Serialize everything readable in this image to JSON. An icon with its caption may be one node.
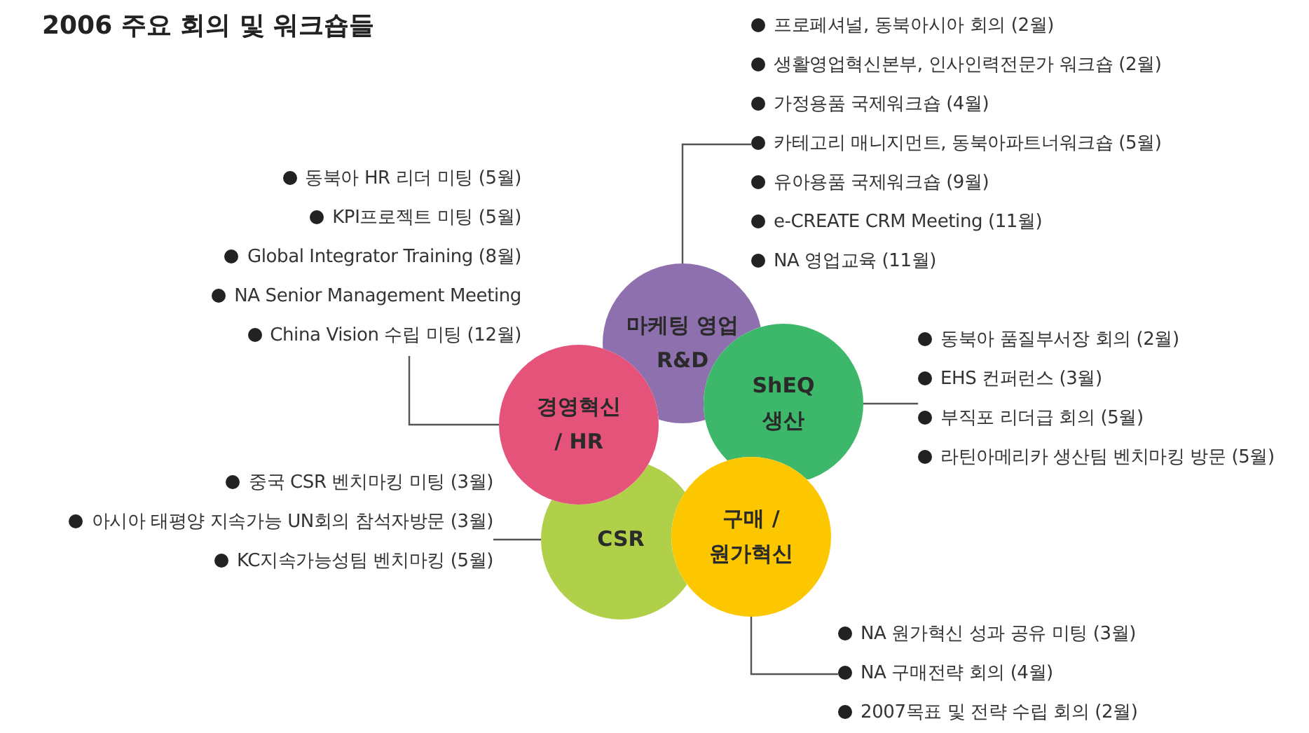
{
  "diagram": {
    "title": "2006 주요 회의 및 워크숍들",
    "nodes": [
      {
        "text": [
          "마케팅 영업 R&D"
        ]
      },
      {
        "text": [
          "ShEQ 생산"
        ]
      },
      {
        "text": [
          "경영혁신 / HR"
        ]
      },
      {
        "text": [
          "CSR"
        ]
      },
      {
        "text": [
          "구매 / 원가혁신"
        ]
      },
      {
        "text": [
          "프로페셔널, 동북아시아 회의 (2월)",
          "생활영업혁신본부, 인사인력전문가 워크숍 (2월)",
          "가정용품 국제워크숍 (4월)",
          "카테고리 매니지먼트, 동북아파트너워크숍 (5월)",
          "유아용품 국제워크숍 (9월)",
          "e-CREATE CRM Meeting (11월)",
          "NA 영업교육 (11월)"
        ]
      },
      {
        "text": [
          "동북아 HR 리더 미팅 (5월)",
          "KPI프로젝트 미팅 (5월)",
          "Global Integrator Training (8월)",
          "NA Senior Management Meeting",
          "China Vision 수립 미팅 (12월)"
        ]
      },
      {
        "text": [
          "동북아 품질부서장 회의 (2월)",
          "EHS 컨퍼런스 (3월)",
          "부직포 리더급 회의 (5월)",
          "라틴아메리카 생산팀 벤치마킹 방문 (5월)"
        ]
      },
      {
        "text": [
          "중국 CSR 벤치마킹 미팅 (3월)",
          "아시아 태평양 지속가능 UN회의 참석자방문 (3월)",
          "KC지속가능성팀 벤치마킹 (5월)"
        ]
      },
      {
        "text": [
          "NA 원가혁신 성과 공유 미팅 (3월)",
          "NA 구매전략 회의 (4월)",
          "2007목표 및 전략 수립 회의 (2월)"
        ]
      }
    ],
    "edges": [
      {
        "from": 0,
        "to": 5,
        "arrow": "none"
      },
      {
        "from": 2,
        "to": 6,
        "arrow": "none"
      },
      {
        "from": 1,
        "to": 7,
        "arrow": "none"
      },
      {
        "from": 3,
        "to": 8,
        "arrow": "none"
      },
      {
        "from": 4,
        "to": 9,
        "arrow": "none"
      }
    ]
  }
}
